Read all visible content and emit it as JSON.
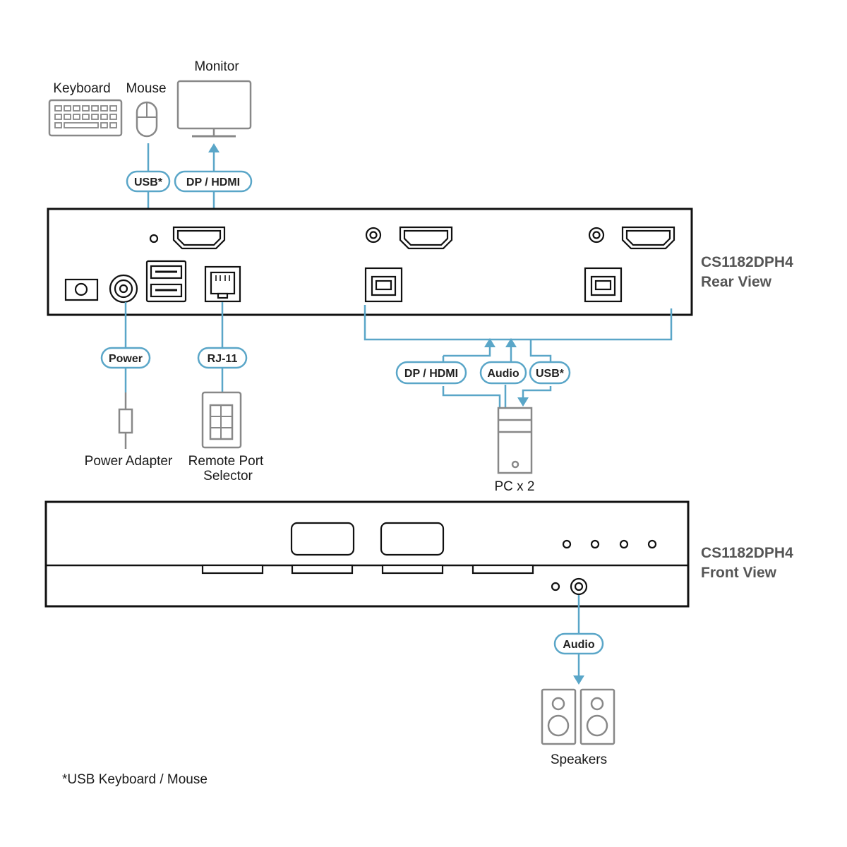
{
  "labels": {
    "keyboard": "Keyboard",
    "mouse": "Mouse",
    "monitor": "Monitor",
    "power_adapter": "Power Adapter",
    "remote_port_1": "Remote Port",
    "remote_port_2": "Selector",
    "pc": "PC x 2",
    "speakers": "Speakers",
    "footnote": "*USB Keyboard / Mouse"
  },
  "pills": {
    "usb_top": "USB*",
    "dphdmi_top": "DP / HDMI",
    "power": "Power",
    "rj11": "RJ-11",
    "dphdmi_pc": "DP / HDMI",
    "audio_pc": "Audio",
    "usb_pc": "USB*",
    "audio_front": "Audio"
  },
  "models": {
    "rear_name": "CS1182DPH4",
    "rear_view": "Rear View",
    "front_name": "CS1182DPH4",
    "front_view": "Front View"
  },
  "colors": {
    "accent": "#5aa6c8",
    "device_outline": "#111111",
    "peripheral_gray": "#888888",
    "model_text": "#555555"
  }
}
